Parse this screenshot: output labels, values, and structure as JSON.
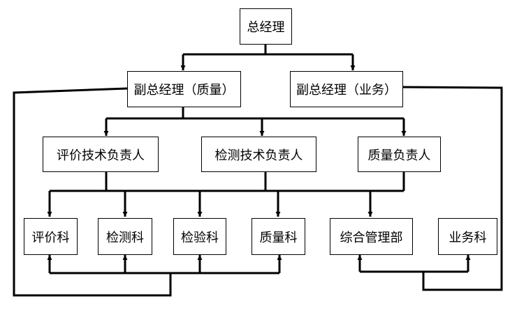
{
  "nodes": {
    "gm": "总经理",
    "vp_quality": "副总经理（质量）",
    "vp_business": "副总经理（业务）",
    "eval_tech_lead": "评价技术负责人",
    "test_tech_lead": "检测技术负责人",
    "quality_lead": "质量负责人",
    "eval_dept": "评价科",
    "test_dept": "检测科",
    "inspect_dept": "检验科",
    "quality_dept": "质量科",
    "admin_dept": "综合管理部",
    "business_dept": "业务科"
  }
}
